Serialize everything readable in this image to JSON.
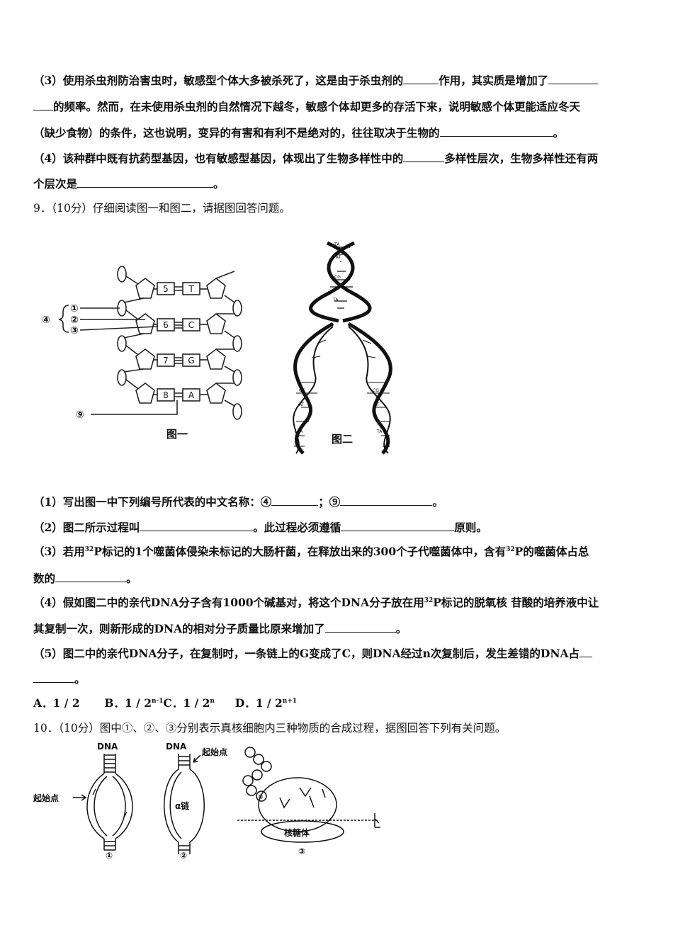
{
  "q8": {
    "p3_a": "（3）使用杀虫剂防治害虫时，敏感型个体大多被杀死了，这是由于杀虫剂的",
    "p3_b": "作用，其实质是增加了",
    "p3_c": "的频率。然而，在未使用杀虫剂的自然情况下越冬，敏感个体却更多的存活下来，说明敏感个体更能适应冬天",
    "p3_d": "（缺少食物）的条件，这也说明，变异的有害和有利不是绝对的，往往取决于生物的",
    "p3_e": "。",
    "p4_a": "（4）该种群中既有抗药型基因，也有敏感型基因，体现出了生物多样性中的",
    "p4_b": "多样性层次，生物多样性还有两",
    "p4_c": "个层次是",
    "p4_d": "。"
  },
  "q9": {
    "header": "9．（10分）仔细阅读图一和图二，请据图回答问题。",
    "fig1_caption": "图一",
    "fig2_caption": "图二",
    "fig1_labels": {
      "n4": "④",
      "n1": "①",
      "n2": "②",
      "n3": "③",
      "n9": "⑨"
    },
    "fig1_numbers": [
      "5",
      "6",
      "7",
      "8"
    ],
    "fig1_bases": [
      "T",
      "C",
      "G",
      "A"
    ],
    "q1_a": "（1）写出图一中下列编号所代表的中文名称：④",
    "q1_b": "；⑨",
    "q1_c": "。",
    "q2_a": "（2）图二所示过程叫",
    "q2_b": "。此过程必须遵循",
    "q2_c": "原则。",
    "q3_a": "（3）若用",
    "q3_sup1": "32",
    "q3_b": "P标记的1个噬菌体侵染未标记的大肠杆菌，在释放出来的300个子代噬菌体中，含有",
    "q3_sup2": "32",
    "q3_c": "P的噬菌体占总",
    "q3_d": "数的",
    "q3_e": "。",
    "q4_a": "（4）假如图二中的亲代DNA分子含有1000个碱基对，将这个DNA分子放在用",
    "q4_sup": "32",
    "q4_b": "P标记的脱氧核 苷酸的培养液中让",
    "q4_c": "其复制一次，则新形成的DNA的相对分子质量比原来增加了",
    "q4_d": "。",
    "q5_a": "（5）图二中的亲代DNA分子，在复制时，一条链上的G变成了C，则DNA经过n次复制后，发生差错的DNA占",
    "q5_b": "。",
    "opt_a": "A．1 / 2",
    "opt_b": "B．1 / 2",
    "opt_b_sup": "n-1",
    "opt_c": "C．1 / 2",
    "opt_c_sup": "n",
    "opt_d": "D．1 / 2",
    "opt_d_sup": "n+1"
  },
  "q10": {
    "header": "10．（10分）图中①、②、③分别表示真核细胞内三种物质的合成过程，据图回答下列有关问题。",
    "dna_label": "DNA",
    "origin_label": "起始点",
    "alpha_chain": "α链",
    "ribosome": "核糖体",
    "n1": "①",
    "n2": "②",
    "n3": "③",
    "bead_label": "⑤"
  }
}
